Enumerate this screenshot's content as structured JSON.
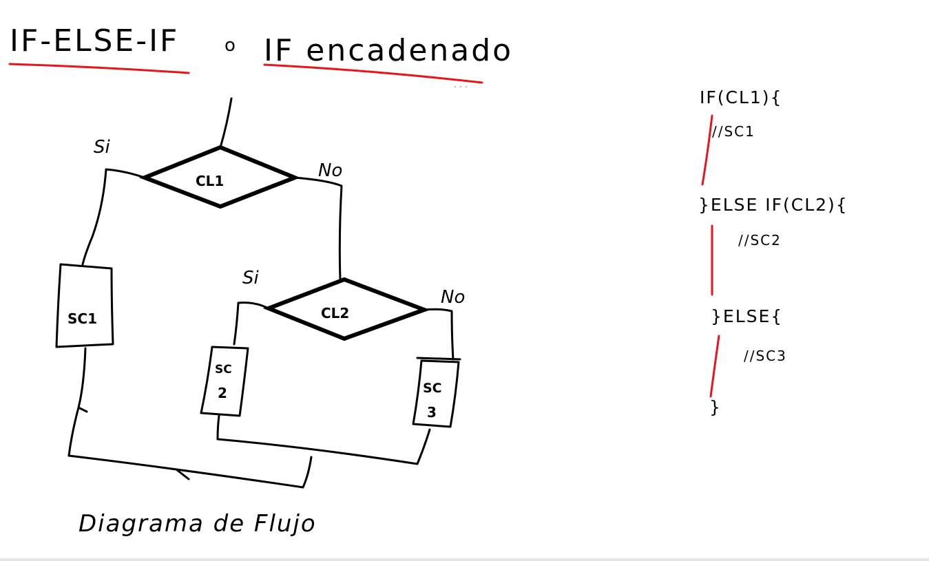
{
  "title": {
    "part1": "IF-ELSE-IF",
    "connector": "o",
    "part2": "IF encadenado"
  },
  "diagram": {
    "cond1": "CL1",
    "cond2": "CL2",
    "si_label_1": "Si",
    "no_label_1": "No",
    "si_label_2": "Si",
    "no_label_2": "No",
    "block1": "SC1",
    "block2_line1": "SC",
    "block2_line2": "2",
    "block3_line1": "SC",
    "block3_line2": "3",
    "caption": "Diagrama de Flujo"
  },
  "code": {
    "line1": "IF(CL1){",
    "line2": "//SC1",
    "line3": "}ELSE IF(CL2){",
    "line4": "//SC2",
    "line5": "}ELSE{",
    "line6": "//SC3",
    "line7": "}"
  },
  "colors": {
    "ink": "#000000",
    "accent": "#e8141b",
    "background": "#ffffff"
  }
}
